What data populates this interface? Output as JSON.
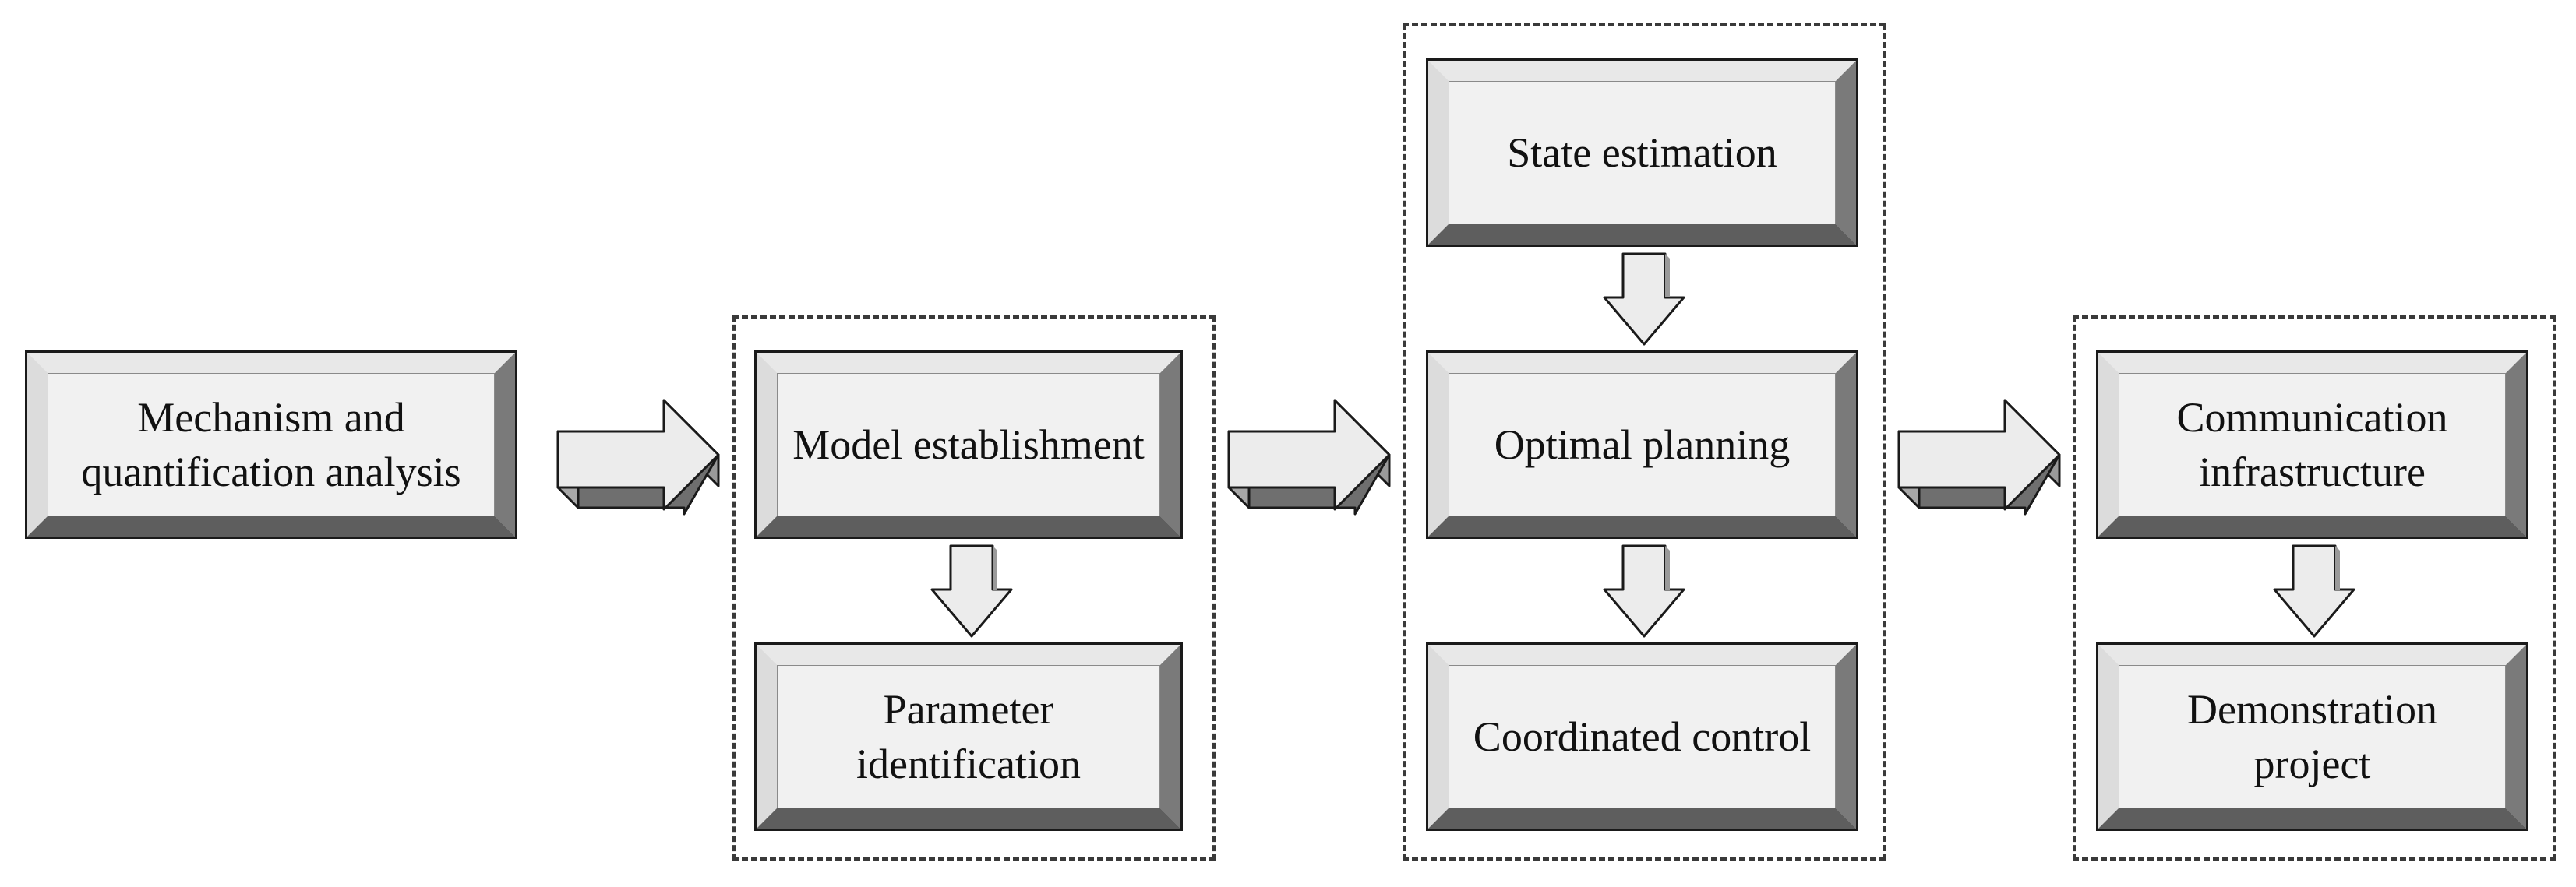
{
  "diagram": {
    "stages": [
      {
        "id": "mechanism",
        "label": "Mechanism and\nquantification analysis"
      },
      {
        "id": "model",
        "label": "Model establishment"
      },
      {
        "id": "parameter",
        "label": "Parameter\nidentification"
      },
      {
        "id": "state",
        "label": "State estimation"
      },
      {
        "id": "optimal",
        "label": "Optimal planning"
      },
      {
        "id": "coordinated",
        "label": "Coordinated control"
      },
      {
        "id": "communication",
        "label": "Communication\ninfrastructure"
      },
      {
        "id": "demonstration",
        "label": "Demonstration\nproject"
      }
    ],
    "colors": {
      "box_face": "#f1f1f1",
      "box_bevel_light": "#e8e8e8",
      "box_bevel_dark": "#7a7a7a",
      "arrow_fill": "#ececec",
      "arrow_dark": "#8c8c8c",
      "outline": "#1a1a1a"
    }
  }
}
